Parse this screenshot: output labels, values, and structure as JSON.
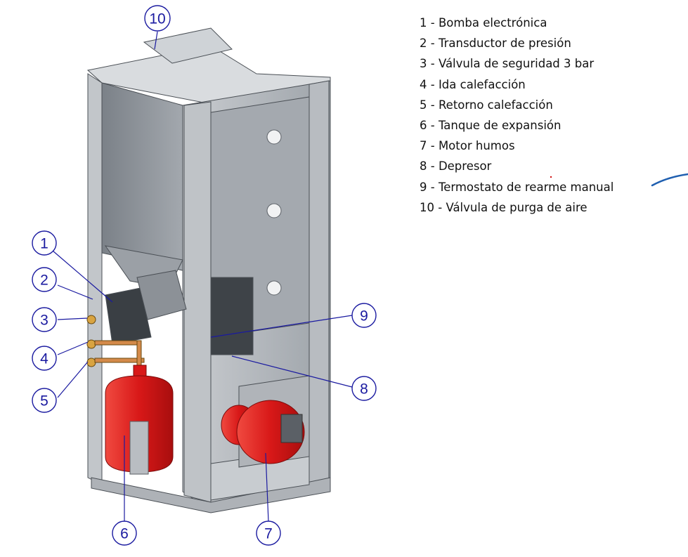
{
  "legend": [
    {
      "number": "1",
      "text": "1 - Bomba electrónica"
    },
    {
      "number": "2",
      "text": "2 - Transductor de presión"
    },
    {
      "number": "3",
      "text": "3 - Válvula de seguridad 3 bar"
    },
    {
      "number": "4",
      "text": "4 - Ida calefacción"
    },
    {
      "number": "5",
      "text": "5 - Retorno calefacción"
    },
    {
      "number": "6",
      "text": "6 - Tanque de expansión"
    },
    {
      "number": "7",
      "text": "7 - Motor humos"
    },
    {
      "number": "8",
      "text": "8 - Depresor"
    },
    {
      "number": "9",
      "text": "9 - Termostato de rearme manual"
    },
    {
      "number": "10",
      "text": "10 - Válvula de purga de aire"
    }
  ],
  "callouts": [
    "1",
    "2",
    "3",
    "4",
    "5",
    "6",
    "7",
    "8",
    "9",
    "10"
  ],
  "colors": {
    "callout": "#1a1aa0",
    "frame": "#b4b9bf",
    "panel": "#9aa0a6",
    "panel_dark": "#6e747b",
    "red_parts": "#e02020",
    "annotation_stroke": "#1f5fb0"
  }
}
